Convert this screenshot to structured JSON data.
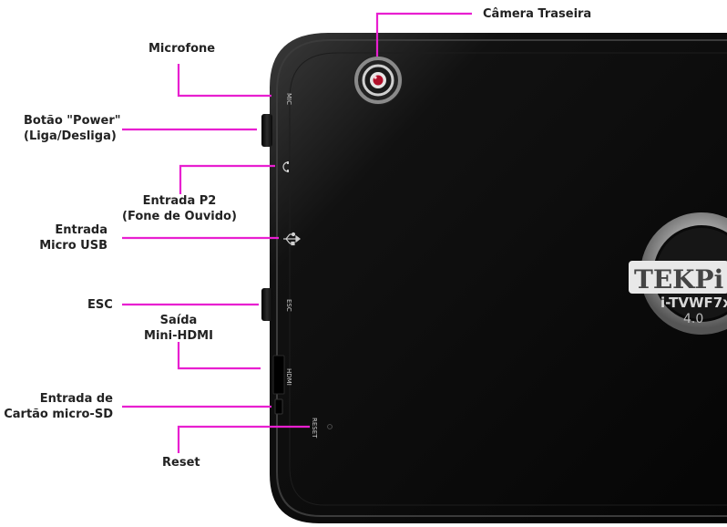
{
  "labels": {
    "camera": "Câmera Traseira",
    "microphone": "Microfone",
    "power_line1": "Botão \"Power\"",
    "power_line2": "(Liga/Desliga)",
    "p2_line1": "Entrada P2",
    "p2_line2": "(Fone de Ouvido)",
    "usb_line1": "Entrada",
    "usb_line2": "Micro USB",
    "esc": "ESC",
    "hdmi_line1": "Saída",
    "hdmi_line2": "Mini-HDMI",
    "sd_line1": "Entrada de",
    "sd_line2": "Cartão micro-SD",
    "reset": "Reset"
  },
  "device": {
    "port_mic": "MIC",
    "port_esc": "ESC",
    "port_hdmi": "HDMI",
    "port_reset": "RESET",
    "logo_brand": "TEKPi",
    "logo_model": "i-TVWF7x",
    "logo_version": "4.0"
  },
  "colors": {
    "leader_line": "#e81fd0",
    "tablet_body": "#0d0d0d",
    "background": "#ffffff"
  }
}
